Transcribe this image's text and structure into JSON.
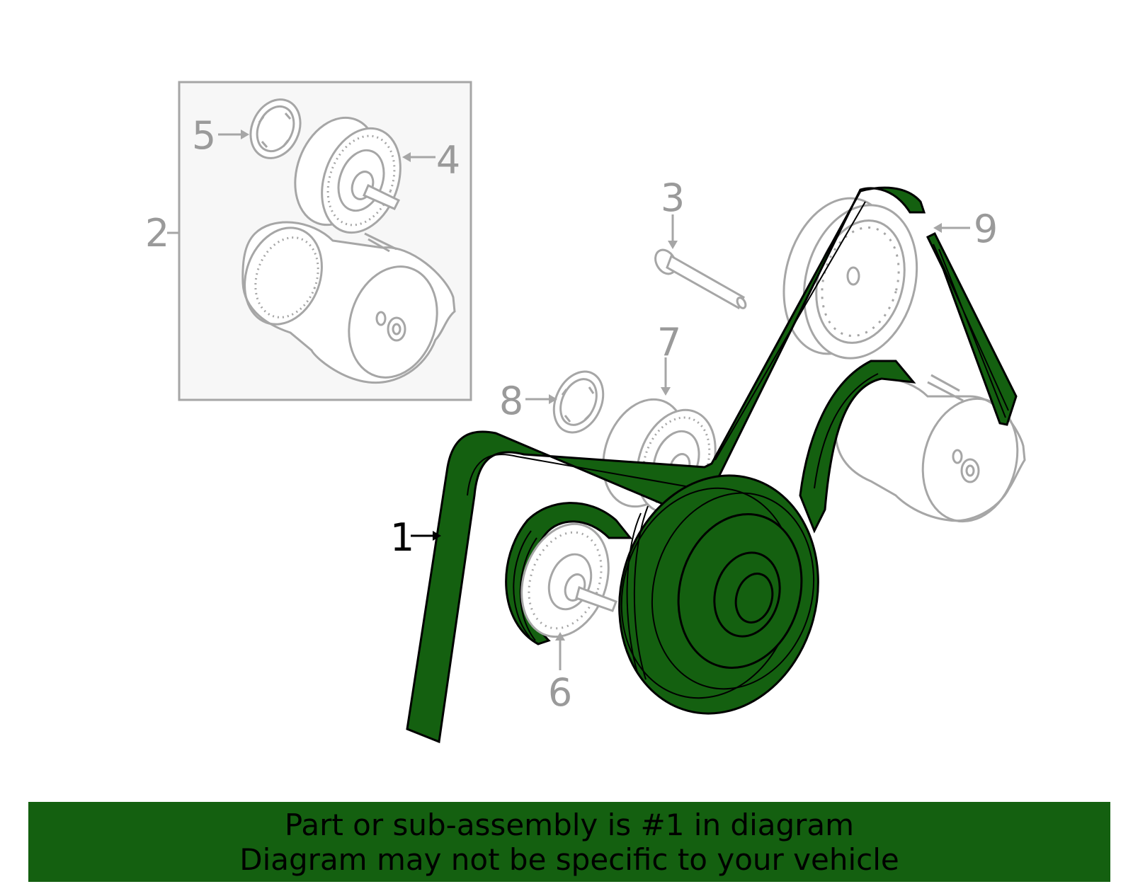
{
  "callouts": {
    "c1": "1",
    "c2": "2",
    "c3": "3",
    "c4": "4",
    "c5": "5",
    "c6": "6",
    "c7": "7",
    "c8": "8",
    "c9": "9"
  },
  "highlighted_part": "1",
  "colors": {
    "belt": "#146010",
    "banner": "#146010",
    "inactive_part": "#a6a6a6",
    "inset_background": "#f7f7f7"
  },
  "banner": {
    "line1": "Part or sub-assembly is #1 in diagram",
    "line2": "Diagram may not be specific to your vehicle"
  }
}
